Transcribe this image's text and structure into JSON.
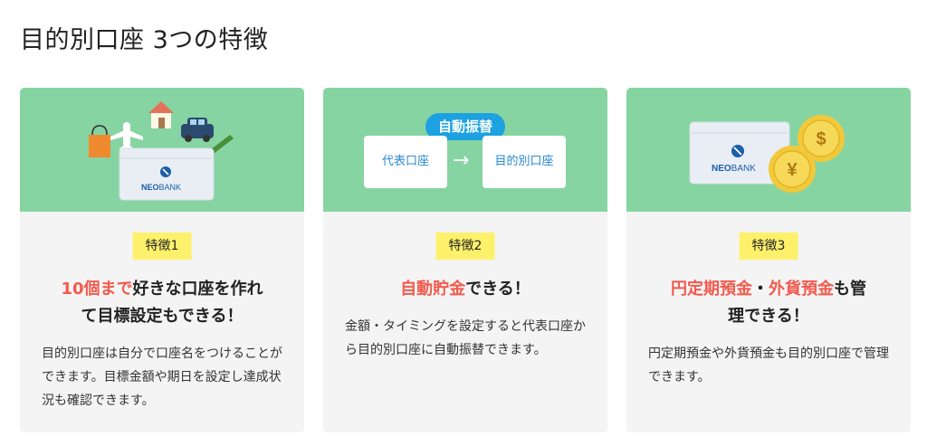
{
  "page": {
    "title": "目的別口座 3つの特徴"
  },
  "brand": {
    "name": "NEOBANK",
    "name_prefix": "NEO",
    "name_suffix": "BANK"
  },
  "colors": {
    "illustration_bg": "#86d4a2",
    "card_bg": "#f4f4f4",
    "badge_bg": "#fdf16b",
    "highlight": "#f25a4e",
    "pill_bg": "#1da1e0",
    "box_text": "#2a8ad0"
  },
  "features": [
    {
      "badge": "特徴1",
      "headline_hl": "10個まで",
      "headline_line1": "好きな口座を作れ",
      "headline_line2": "て目標設定もできる！",
      "desc": "目的別口座は自分で口座名をつけることができます。目標金額や期日を設定し達成状況も確認できます。",
      "icons": [
        "shopping-bag-icon",
        "airplane-icon",
        "house-icon",
        "car-icon",
        "pencil-icon",
        "bank-card-icon"
      ]
    },
    {
      "badge": "特徴2",
      "pill": "自動振替",
      "from_account": "代表口座",
      "arrow": "→",
      "to_account": "目的別口座",
      "headline_hl": "自動貯金",
      "headline_rest": "できる！",
      "desc": "金額・タイミングを設定すると代表口座から目的別口座に自動振替できます。"
    },
    {
      "badge": "特徴3",
      "headline_hl1": "円定期預金",
      "headline_sep": "・",
      "headline_hl2": "外貨預金",
      "headline_rest1": "も管",
      "headline_line2": "理できる！",
      "desc": "円定期預金や外貨預金も目的別口座で管理できます。",
      "coins": [
        "$",
        "¥"
      ],
      "icons": [
        "bank-card-icon",
        "dollar-coin-icon",
        "yen-coin-icon"
      ]
    }
  ]
}
